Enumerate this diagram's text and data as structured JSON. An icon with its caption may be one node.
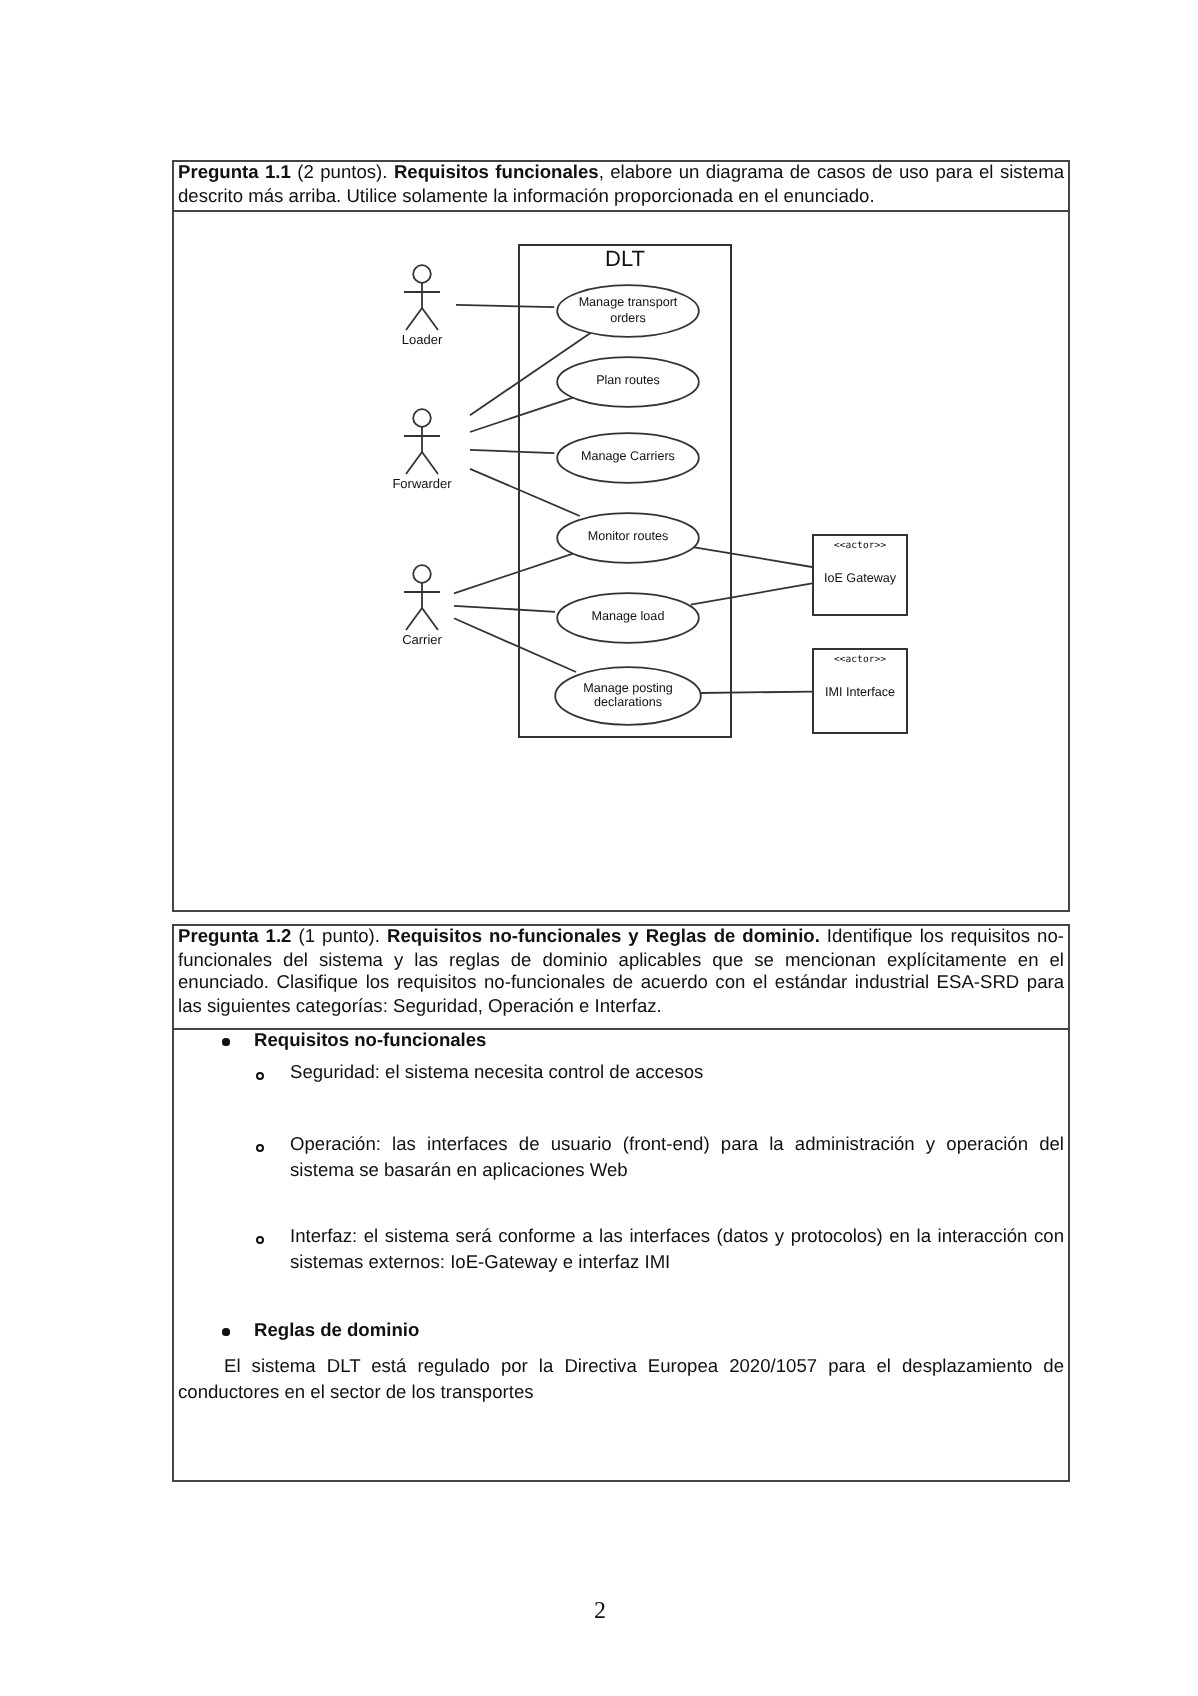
{
  "diagram": {
    "nodes": [
      {
        "text": [
          "Loader"
        ]
      },
      {
        "text": [
          "DLT"
        ]
      },
      {
        "text": [
          "Manage transport orders"
        ],
        "in": 1
      },
      {
        "text": [
          "Plan routes"
        ],
        "in": 1
      },
      {
        "text": [
          "Manage Carriers"
        ],
        "in": 1
      },
      {
        "text": [
          "Monitor routes"
        ],
        "in": 1
      },
      {
        "text": [
          "Manage load"
        ],
        "in": 1
      },
      {
        "text": [
          "Manage posting declarations"
        ],
        "in": 1
      },
      {
        "text": [
          "Forwarder"
        ]
      },
      {
        "text": [
          "Carrier"
        ]
      },
      {
        "text": [
          "<<actor>>",
          "IoE Gateway"
        ]
      },
      {
        "text": [
          "<<actor>>",
          "IMI Interface"
        ]
      }
    ],
    "edges": [
      {
        "from": 0,
        "to": 2,
        "arrow": "none"
      },
      {
        "from": 8,
        "to": 2,
        "arrow": "none"
      },
      {
        "from": 8,
        "to": 3,
        "arrow": "none"
      },
      {
        "from": 8,
        "to": 4,
        "arrow": "none"
      },
      {
        "from": 8,
        "to": 5,
        "arrow": "none"
      },
      {
        "from": 9,
        "to": 5,
        "arrow": "none"
      },
      {
        "from": 9,
        "to": 6,
        "arrow": "none"
      },
      {
        "from": 9,
        "to": 7,
        "arrow": "none"
      },
      {
        "from": 5,
        "to": 10,
        "arrow": "none"
      },
      {
        "from": 6,
        "to": 10,
        "arrow": "none"
      },
      {
        "from": 7,
        "to": 11,
        "arrow": "none"
      }
    ],
    "labels": [
      "**Pregunta 1.1** (2 puntos). **Requisitos funcionales**, elabore un diagrama de casos de uso para el sistema descrito más arriba. Utilice solamente la información proporcionada en el enunciado.",
      "**Pregunta 1.2** (1 punto). **Requisitos no-funcionales y Reglas de dominio.** Identifique los requisitos no-funcionales del sistema y las reglas de dominio aplicables que se mencionan explícitamente en el enunciado. Clasifique los requisitos no-funcionales de acuerdo con el estándar industrial ESA-SRD para las siguientes categorías: Seguridad, Operación e Interfaz.",
      "Requisitos no-funcionales",
      "Seguridad: el sistema necesita control de accesos",
      "Operación: las interfaces de usuario (front-end) para la administración y operación del sistema se basarán en aplicaciones Web",
      "Interfaz: el sistema será conforme a las interfaces (datos y protocolos) en la interacción con sistemas externos: IoE-Gateway e interfaz IMI",
      "Reglas de dominio",
      "El sistema DLT está regulado por la Directiva Europea 2020/1057 para el desplazamiento de conductores en el sector de los transportes",
      "2"
    ]
  }
}
